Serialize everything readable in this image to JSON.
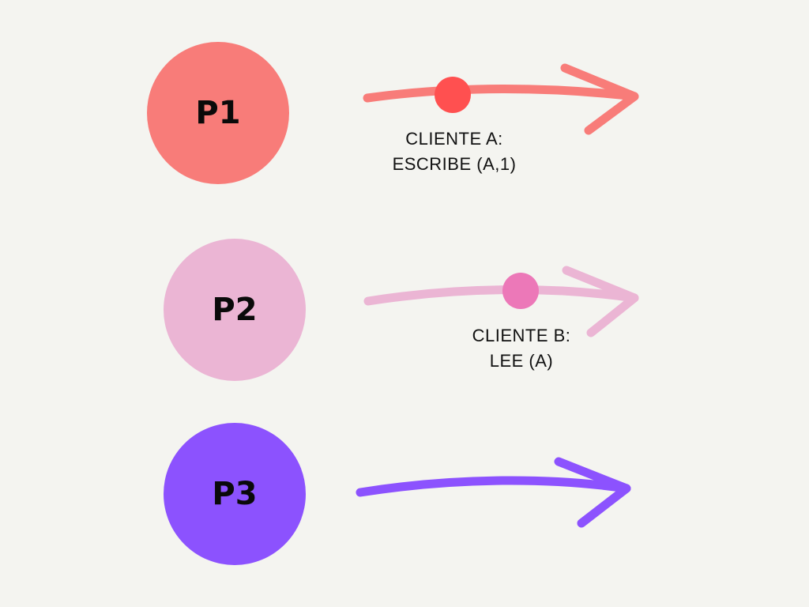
{
  "processes": [
    {
      "id": "p1",
      "label": "P1",
      "color": "#f87c79"
    },
    {
      "id": "p2",
      "label": "P2",
      "color": "#ebb5d4"
    },
    {
      "id": "p3",
      "label": "P3",
      "color": "#8c52fe"
    }
  ],
  "timelines": [
    {
      "process": "P1",
      "color": "#f87c79",
      "event_color": "#ff5050"
    },
    {
      "process": "P2",
      "color": "#ebb5d4",
      "event_color": "#ec78b8"
    },
    {
      "process": "P3",
      "color": "#8c52fe"
    }
  ],
  "events": [
    {
      "process": "P1",
      "line1": "CLIENTE A:",
      "line2": "ESCRIBE (A,1)"
    },
    {
      "process": "P2",
      "line1": "CLIENTE B:",
      "line2": "LEE (A)"
    }
  ]
}
